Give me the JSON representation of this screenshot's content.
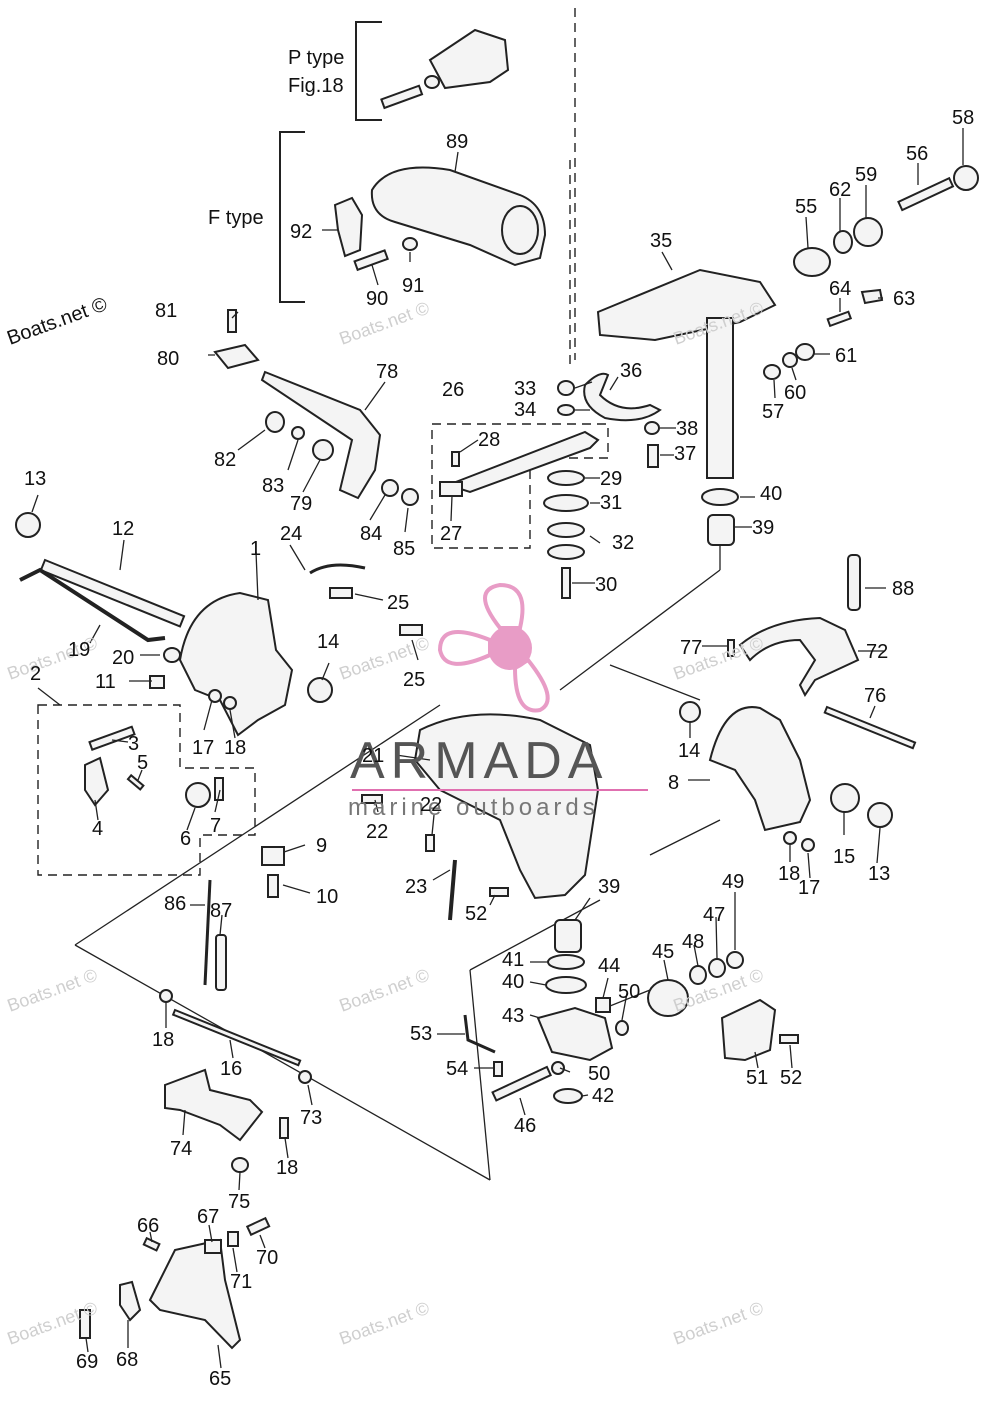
{
  "type_labels": {
    "p_type": "P type",
    "p_fig": "Fig.18",
    "f_type": "F type"
  },
  "watermarks": {
    "boats_primary": "Boats.net ©",
    "boats_faint": "Boats.net ©"
  },
  "brand": {
    "name": "ARMADA",
    "tagline": "marine outboards",
    "accent_color": "#e070b0"
  },
  "callouts": [
    "58",
    "56",
    "59",
    "62",
    "55",
    "89",
    "92",
    "91",
    "90",
    "35",
    "64",
    "63",
    "81",
    "80",
    "61",
    "60",
    "57",
    "78",
    "26",
    "33",
    "34",
    "36",
    "28",
    "38",
    "37",
    "29",
    "31",
    "32",
    "30",
    "82",
    "83",
    "79",
    "84",
    "85",
    "27",
    "13",
    "12",
    "1",
    "24",
    "25",
    "25",
    "40",
    "39",
    "88",
    "19",
    "20",
    "11",
    "2",
    "3",
    "5",
    "4",
    "6",
    "7",
    "17",
    "18",
    "14",
    "21",
    "22",
    "22",
    "23",
    "52",
    "9",
    "10",
    "72",
    "77",
    "76",
    "14",
    "8",
    "15",
    "13",
    "18",
    "17",
    "49",
    "47",
    "48",
    "45",
    "44",
    "50",
    "41",
    "40",
    "43",
    "53",
    "54",
    "50",
    "42",
    "46",
    "51",
    "52",
    "39",
    "86",
    "87",
    "18",
    "16",
    "73",
    "74",
    "18",
    "75",
    "66",
    "67",
    "71",
    "70",
    "69",
    "68",
    "65"
  ]
}
